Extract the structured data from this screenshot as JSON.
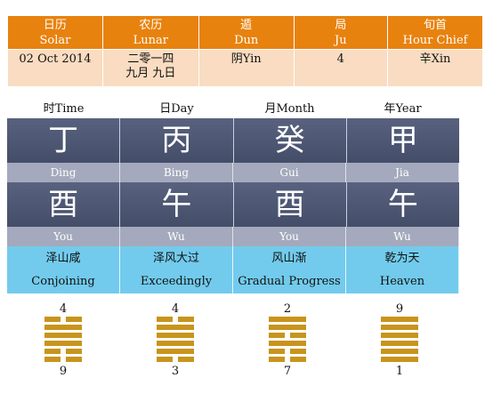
{
  "header": {
    "columns": [
      {
        "cn": "日历",
        "en": "Solar"
      },
      {
        "cn": "农历",
        "en": "Lunar"
      },
      {
        "cn": "遁",
        "en": "Dun"
      },
      {
        "cn": "局",
        "en": "Ju"
      },
      {
        "cn": "旬首",
        "en": "Hour Chief"
      }
    ],
    "values": {
      "solar": "02 Oct 2014",
      "lunar_line1": "二零一四",
      "lunar_line2": "九月 九日",
      "dun": "阴Yin",
      "ju": "4",
      "hour_chief": "辛Xin"
    }
  },
  "pillars": [
    {
      "label": "时Time",
      "stem": "丁",
      "stem_pinyin": "Ding",
      "branch": "酉",
      "branch_pinyin": "You",
      "hexagram_cn": "泽山咸",
      "hexagram_en": "Conjoining",
      "top_number": "4",
      "bottom_number": "9",
      "lines": [
        "yin",
        "yang",
        "yang",
        "yang",
        "yin",
        "yin"
      ]
    },
    {
      "label": "日Day",
      "stem": "丙",
      "stem_pinyin": "Bing",
      "branch": "午",
      "branch_pinyin": "Wu",
      "hexagram_cn": "泽风大过",
      "hexagram_en": "Exceedingly",
      "top_number": "4",
      "bottom_number": "3",
      "lines": [
        "yin",
        "yang",
        "yang",
        "yang",
        "yang",
        "yin"
      ]
    },
    {
      "label": "月Month",
      "stem": "癸",
      "stem_pinyin": "Gui",
      "branch": "酉",
      "branch_pinyin": "You",
      "hexagram_cn": "风山渐",
      "hexagram_en": "Gradual Progress",
      "top_number": "2",
      "bottom_number": "7",
      "lines": [
        "yang",
        "yang",
        "yin",
        "yang",
        "yin",
        "yin"
      ]
    },
    {
      "label": "年Year",
      "stem": "甲",
      "stem_pinyin": "Jia",
      "branch": "午",
      "branch_pinyin": "Wu",
      "hexagram_cn": "乾为天",
      "hexagram_en": "Heaven",
      "top_number": "9",
      "bottom_number": "1",
      "lines": [
        "yang",
        "yang",
        "yang",
        "yang",
        "yang",
        "yang"
      ]
    }
  ],
  "colors": {
    "header_bg": "#e8820e",
    "value_bg": "#f9dcc1",
    "pillar_dark": "#4d5672",
    "pinyin_bg": "#a4a9bd",
    "hexagram_bg": "#72cbec",
    "hexagram_line": "#c9941c"
  }
}
